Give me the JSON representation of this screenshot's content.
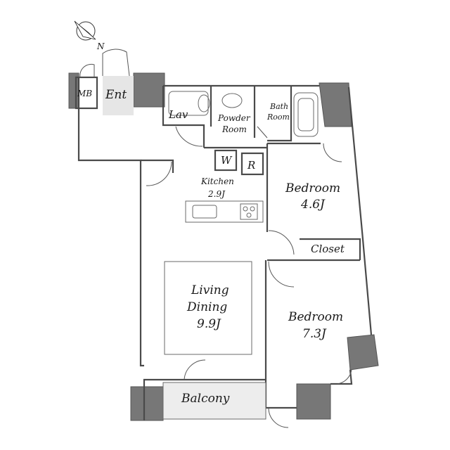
{
  "compass": {
    "north_label": "N"
  },
  "rooms": {
    "mb": "MB",
    "entrance": "Ent",
    "lavatory": "Lav",
    "powder_room": [
      "Powder",
      "Room"
    ],
    "bath_room": [
      "Bath",
      "Room"
    ],
    "washer": "W",
    "refrigerator": "R",
    "kitchen": {
      "name": "Kitchen",
      "size": "2.9J"
    },
    "bedroom1": {
      "name": "Bedroom",
      "size": "4.6J"
    },
    "closet": "Closet",
    "living_dining": {
      "name1": "Living",
      "name2": "Dining",
      "size": "9.9J"
    },
    "bedroom2": {
      "name": "Bedroom",
      "size": "7.3J"
    },
    "balcony": "Balcony"
  },
  "colors": {
    "wall": "#4a4a4a",
    "pillar": "#777777",
    "entrance_floor": "#e6e6e6",
    "balcony_floor": "#ededed"
  }
}
